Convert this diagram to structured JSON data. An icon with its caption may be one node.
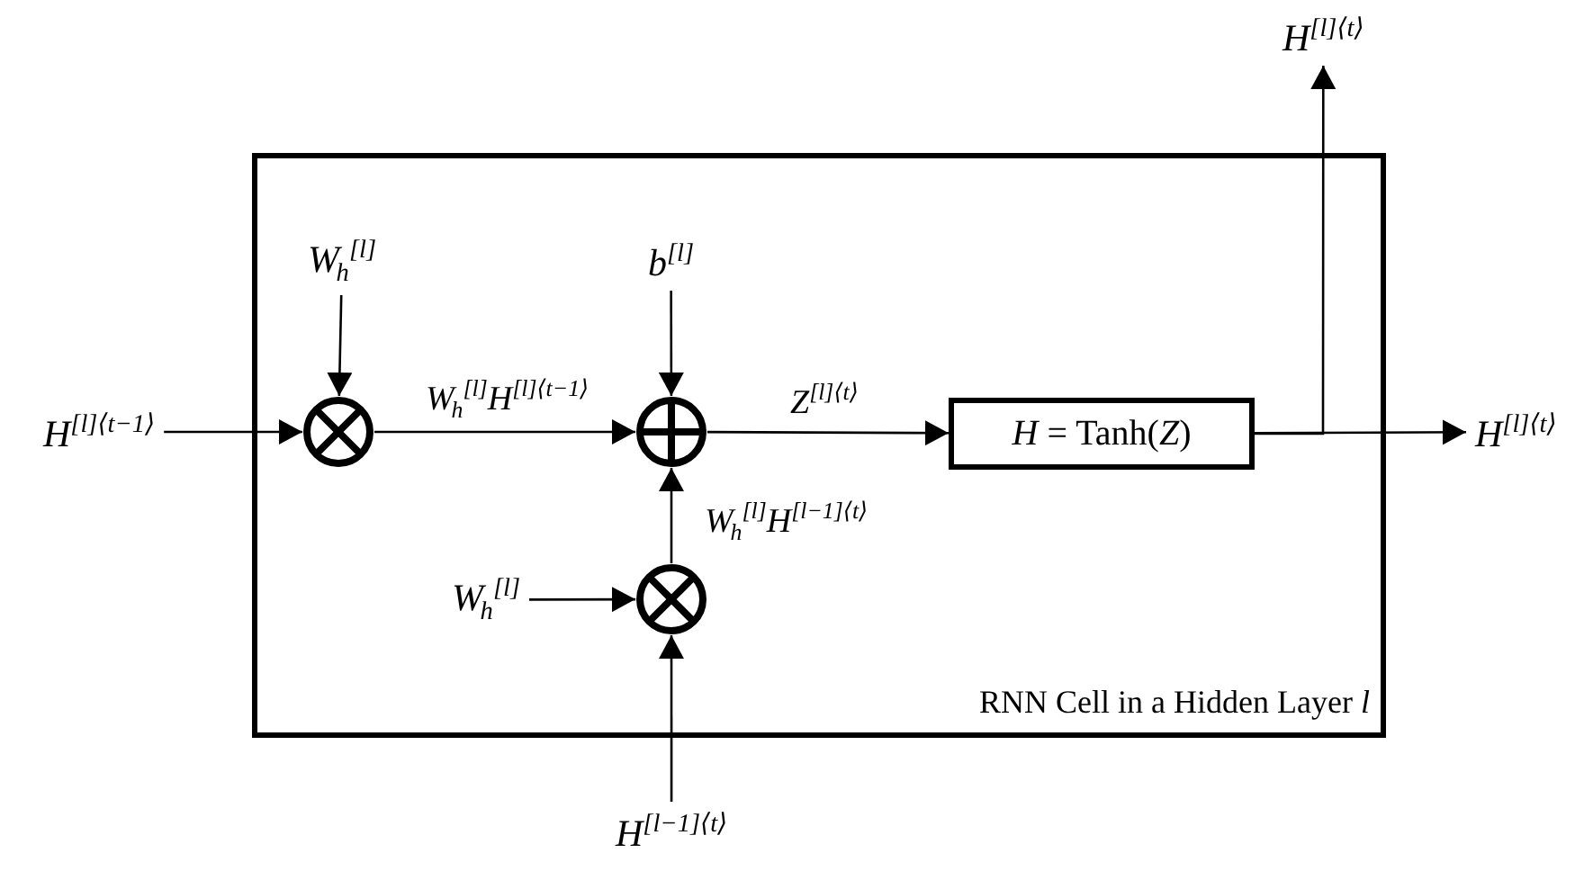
{
  "diagram": {
    "nodes": [
      {
        "text": [
          "RNN Cell in a Hidden Layer *l*"
        ]
      },
      {
        "text": [
          "H$^{[l]⟨t−1⟩}$"
        ]
      },
      {
        "text": [
          "W$_{h}$$^{[l]}$"
        ],
        "in": 0
      },
      {
        "text": [],
        "shape": "circle",
        "in": 0
      },
      {
        "text": [
          "b$^{[l]}$"
        ],
        "in": 0
      },
      {
        "text": [],
        "shape": "circle",
        "in": 0
      },
      {
        "text": [
          "*H* = Tanh(*Z*)"
        ],
        "in": 0
      },
      {
        "text": [
          "W$_{h}$$^{[l]}$"
        ],
        "in": 0
      },
      {
        "text": [],
        "shape": "circle",
        "in": 0
      },
      {
        "text": [
          "H$^{[l−1]⟨t⟩}$"
        ]
      },
      {
        "text": [
          "H$^{[l]⟨t⟩}$"
        ]
      },
      {
        "text": [
          "H$^{[l]⟨t⟩}$"
        ]
      }
    ],
    "edges": [
      {
        "from": 1,
        "to": 3,
        "arrow": "to"
      },
      {
        "from": 2,
        "to": 3,
        "arrow": "to"
      },
      {
        "from": 3,
        "to": 5,
        "arrow": "to",
        "label": "W$_{h}$$^{[l]}$H$^{[l]⟨t−1⟩}$"
      },
      {
        "from": 4,
        "to": 5,
        "arrow": "to"
      },
      {
        "from": 8,
        "to": 5,
        "arrow": "to",
        "label": "W$_{h}$$^{[l]}$H$^{[l−1]⟨t⟩}$"
      },
      {
        "from": 7,
        "to": 8,
        "arrow": "to"
      },
      {
        "from": 9,
        "to": 8,
        "arrow": "to"
      },
      {
        "from": 5,
        "to": 6,
        "arrow": "to",
        "label": "Z$^{[l]⟨t⟩}$"
      },
      {
        "from": 6,
        "to": 10,
        "arrow": "to"
      },
      {
        "from": 6,
        "to": 11,
        "arrow": "to"
      }
    ]
  }
}
